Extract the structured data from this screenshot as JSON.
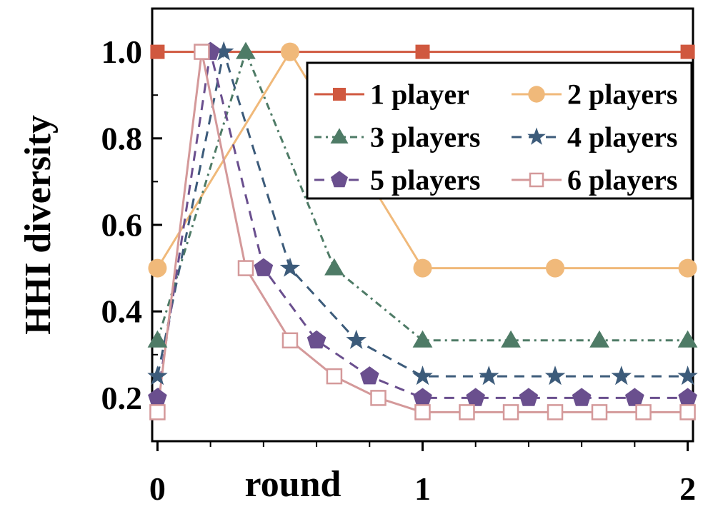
{
  "chart_data": {
    "type": "line",
    "xlabel": "round",
    "ylabel": "HHI diversity",
    "xlim": [
      -0.02,
      2.02
    ],
    "ylim": [
      0.1,
      1.1
    ],
    "x_ticks": [
      0,
      1,
      2
    ],
    "x_tick_labels": [
      "0",
      "1",
      "2"
    ],
    "x_minor_ticks": [
      0.2,
      0.4,
      0.6,
      0.8,
      1.2,
      1.4,
      1.6,
      1.8
    ],
    "y_ticks": [
      0.2,
      0.4,
      0.6,
      0.8,
      1.0
    ],
    "y_tick_labels": [
      "0.2",
      "0.4",
      "0.6",
      "0.8",
      "1.0"
    ],
    "y_minor_ticks": [
      0.1,
      0.3,
      0.5,
      0.7,
      0.9
    ],
    "grid": false,
    "legend_position": "top-right",
    "series": [
      {
        "name": "1 player",
        "color": "#d0583f",
        "marker": "square",
        "line_style": "solid",
        "x": [
          0,
          1,
          2
        ],
        "y": [
          1.0,
          1.0,
          1.0
        ]
      },
      {
        "name": "2 players",
        "color": "#f0b97a",
        "marker": "circle",
        "line_style": "solid",
        "x": [
          0,
          0.5,
          1,
          1.5,
          2
        ],
        "y": [
          0.5,
          1.0,
          0.5,
          0.5,
          0.5
        ]
      },
      {
        "name": "3 players",
        "color": "#4e7b66",
        "marker": "triangle",
        "line_style": "dashdot",
        "x": [
          0,
          0.333,
          0.667,
          1,
          1.333,
          1.667,
          2
        ],
        "y": [
          0.333,
          1.0,
          0.5,
          0.333,
          0.333,
          0.333,
          0.333
        ]
      },
      {
        "name": "4 players",
        "color": "#3c5b7a",
        "marker": "star",
        "line_style": "dashed",
        "x": [
          0,
          0.25,
          0.5,
          0.75,
          1,
          1.25,
          1.5,
          1.75,
          2
        ],
        "y": [
          0.25,
          1.0,
          0.5,
          0.333,
          0.25,
          0.25,
          0.25,
          0.25,
          0.25
        ]
      },
      {
        "name": "5 players",
        "color": "#6a4f8e",
        "marker": "pentagon",
        "line_style": "dashed",
        "x": [
          0,
          0.2,
          0.4,
          0.6,
          0.8,
          1.0,
          1.2,
          1.4,
          1.6,
          1.8,
          2.0
        ],
        "y": [
          0.2,
          1.0,
          0.5,
          0.333,
          0.25,
          0.2,
          0.2,
          0.2,
          0.2,
          0.2,
          0.2
        ]
      },
      {
        "name": "6 players",
        "color": "#d4999a",
        "marker": "open-square",
        "line_style": "solid",
        "x": [
          0,
          0.167,
          0.333,
          0.5,
          0.667,
          0.833,
          1.0,
          1.167,
          1.333,
          1.5,
          1.667,
          1.833,
          2.0
        ],
        "y": [
          0.167,
          1.0,
          0.5,
          0.333,
          0.25,
          0.2,
          0.167,
          0.167,
          0.167,
          0.167,
          0.167,
          0.167,
          0.167
        ]
      }
    ]
  }
}
